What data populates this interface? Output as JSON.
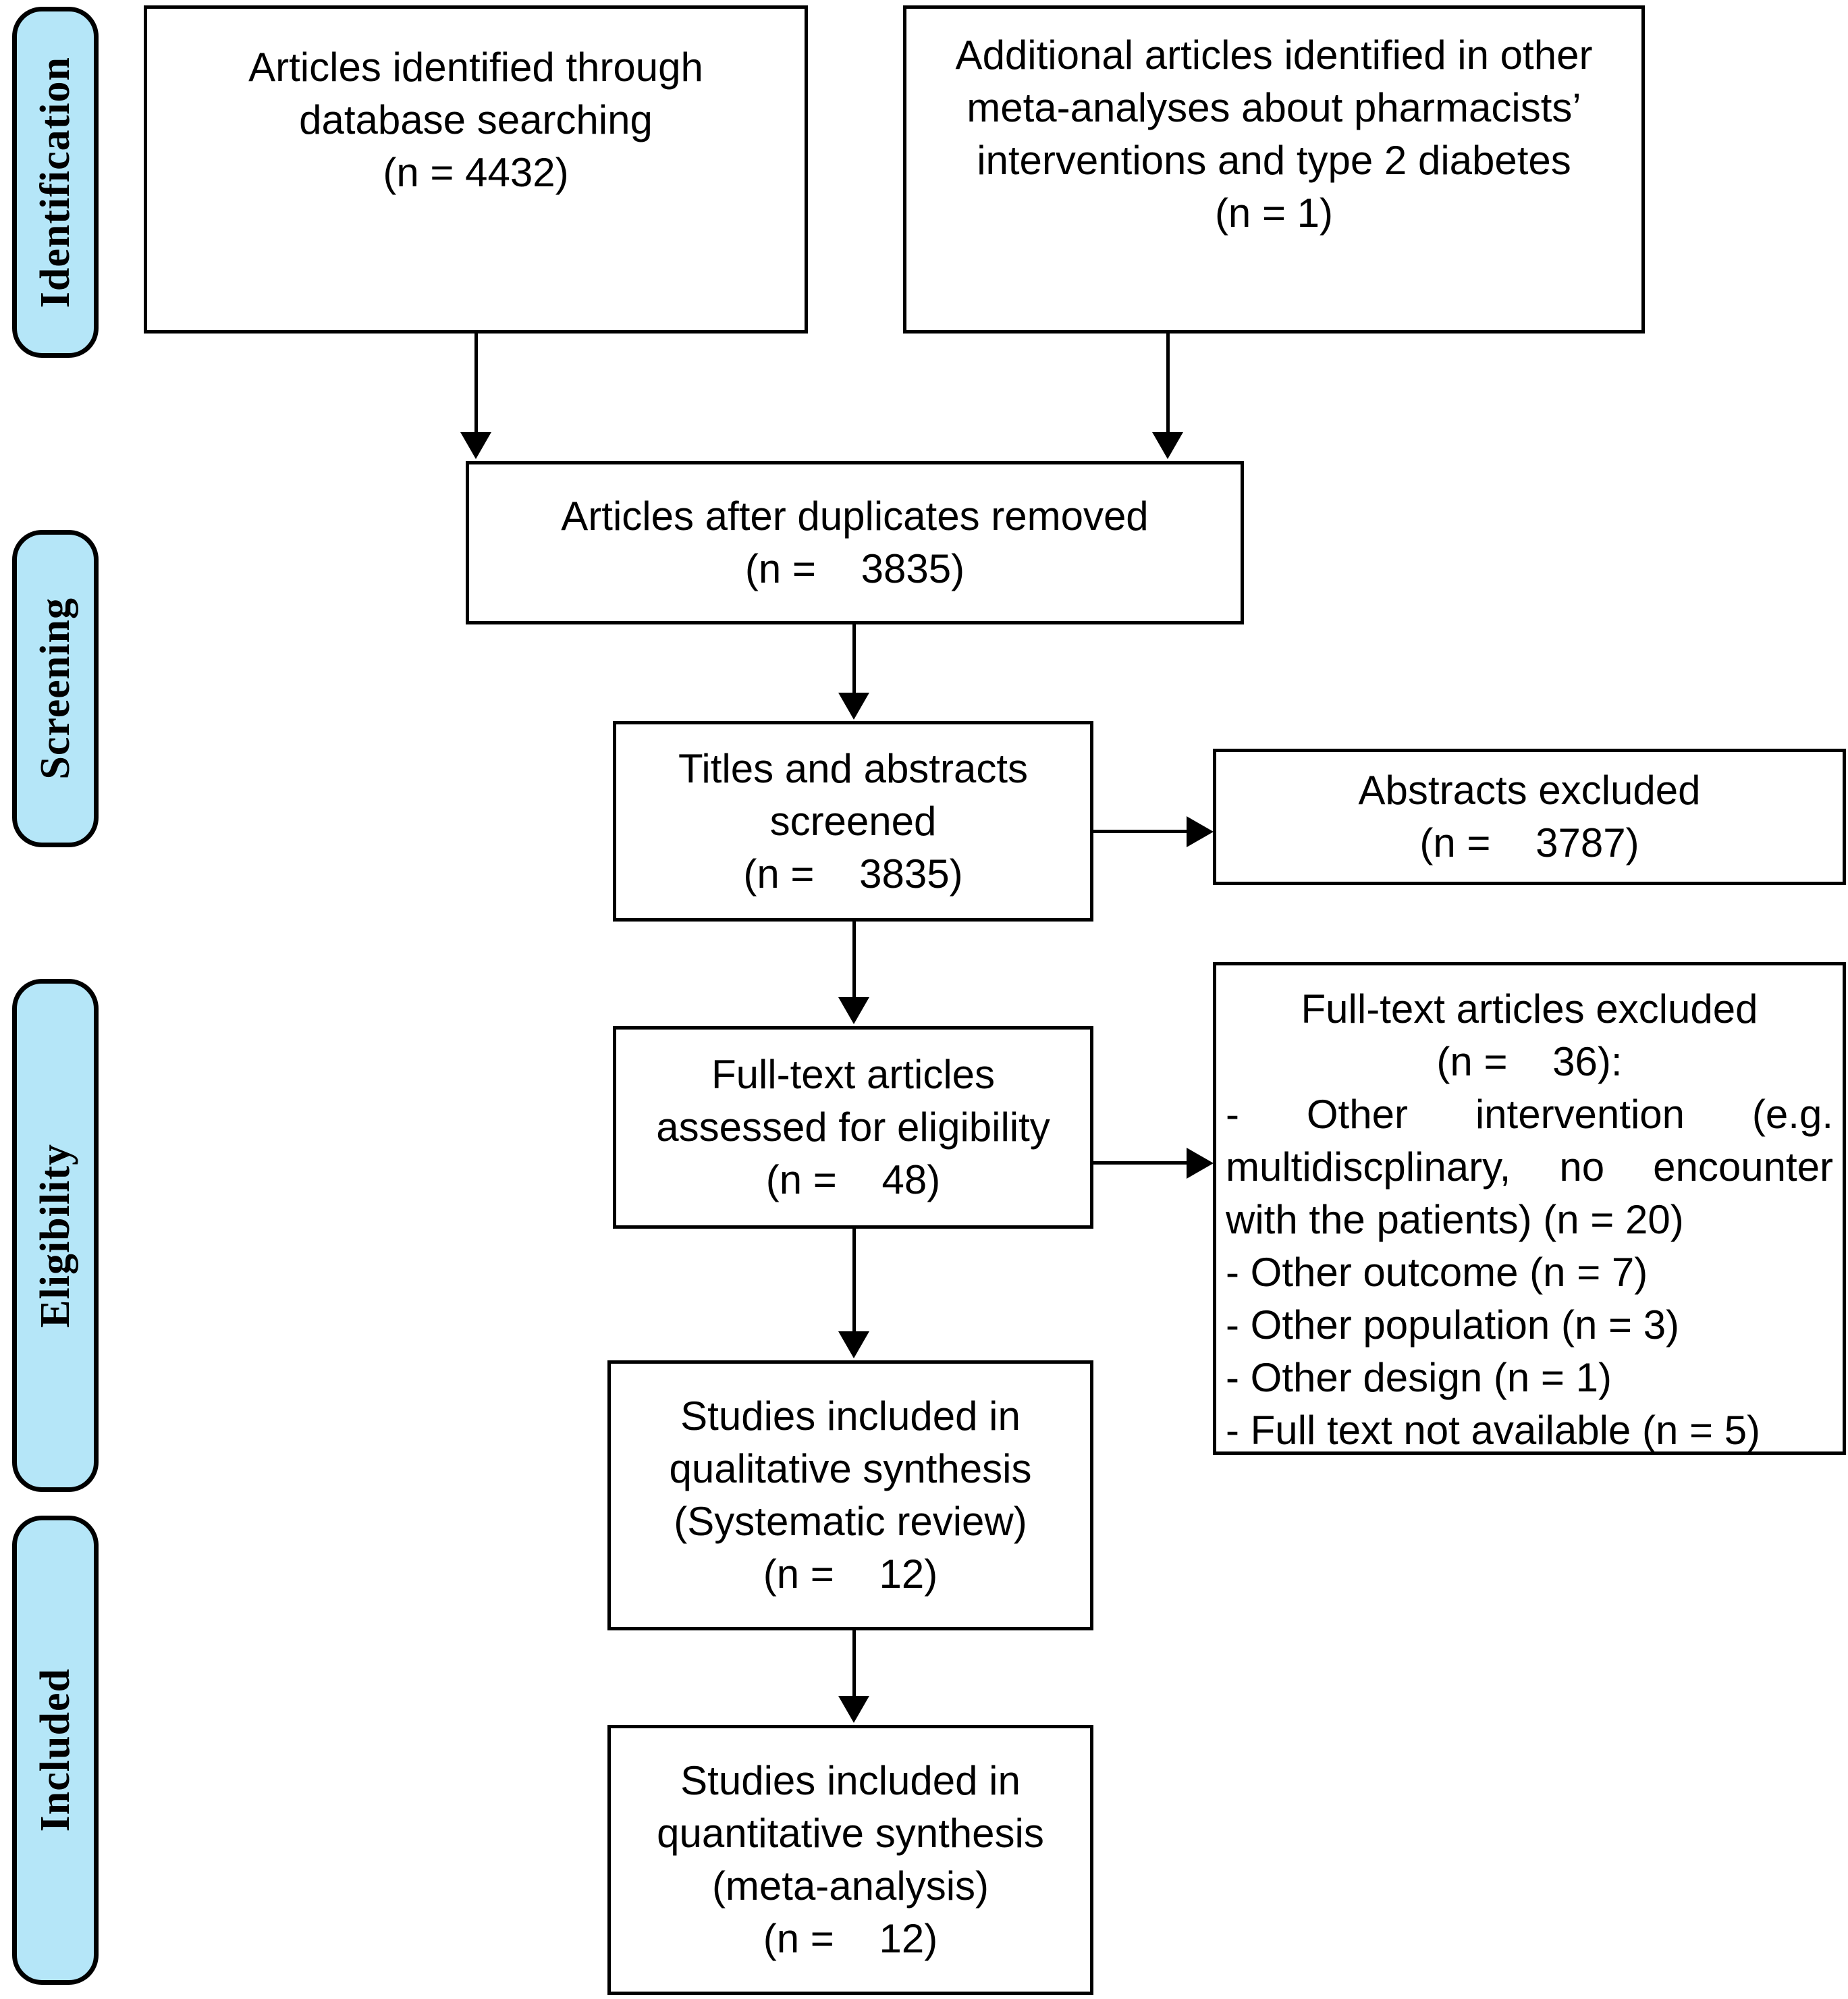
{
  "diagram": {
    "title": "PRISMA flow diagram",
    "accent_color": "#b5e6f8",
    "line_color": "#000000",
    "stages": [
      {
        "id": "identification",
        "label": "Identification"
      },
      {
        "id": "screening",
        "label": "Screening"
      },
      {
        "id": "eligibility",
        "label": "Eligibility"
      },
      {
        "id": "included",
        "label": "Included"
      }
    ],
    "boxes": {
      "database_search": {
        "text": "Articles identified through\ndatabase searching\n(n = 4432)"
      },
      "other_sources": {
        "text": "Additional articles identified in other\nmeta-analyses about pharmacists’\ninterventions and type 2 diabetes\n(n = 1)"
      },
      "duplicates_removed": {
        "text": "Articles after duplicates removed\n(n =    3835)"
      },
      "titles_screened": {
        "text": "Titles and abstracts\nscreened\n(n =    3835)"
      },
      "abstracts_excluded": {
        "text": "Abstracts excluded\n(n =    3787)"
      },
      "fulltext_assessed": {
        "text": "Full-text articles\nassessed for eligibility\n(n =    48)"
      },
      "fulltext_excluded": {
        "heading": "Full-text articles excluded\n(n =    36):",
        "reasons": [
          "-   Other   intervention   (e.g. multidiscplinary, no encounter with the patients) (n = 20)",
          "- Other outcome (n = 7)",
          "- Other population (n = 3)",
          "- Other design (n = 1)",
          "- Full text not available (n = 5)"
        ]
      },
      "qualitative": {
        "text": "Studies included in\nqualitative synthesis\n(Systematic review)\n(n =    12)"
      },
      "quantitative": {
        "text": "Studies included in\nquantitative synthesis\n(meta-analysis)\n(n =    12)"
      }
    },
    "counts": {
      "database_search": 4432,
      "other_sources": 1,
      "after_duplicates": 3835,
      "titles_abstracts_screened": 3835,
      "abstracts_excluded": 3787,
      "fulltext_assessed": 48,
      "fulltext_excluded_total": 36,
      "excluded_other_intervention": 20,
      "excluded_other_outcome": 7,
      "excluded_other_population": 3,
      "excluded_other_design": 1,
      "excluded_full_text_unavailable": 5,
      "included_qualitative": 12,
      "included_quantitative": 12
    }
  }
}
